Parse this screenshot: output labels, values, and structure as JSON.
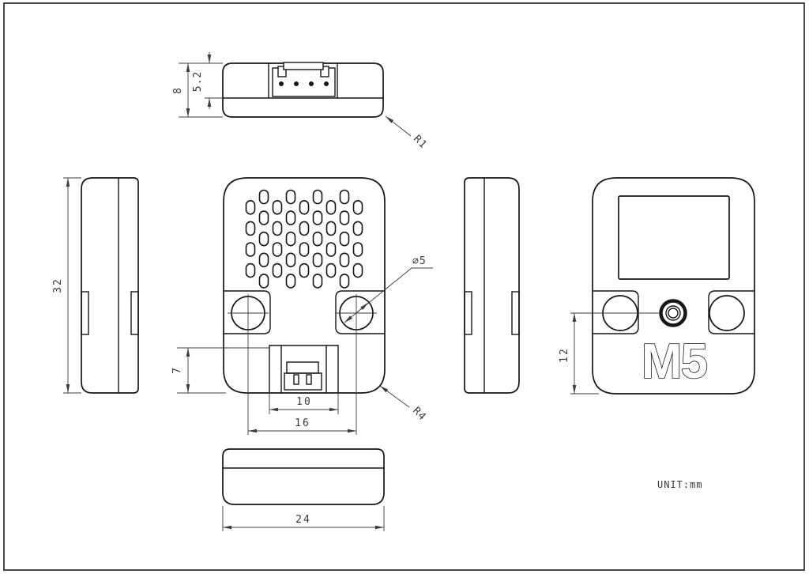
{
  "page": {
    "background_color": "#ffffff",
    "object_line_color": "#161616",
    "dimension_color": "#3a3a3a"
  },
  "labels": {
    "top_thickness": "8",
    "connector_recess_depth": "5.2",
    "top_corner_radius": "R1",
    "body_height": "32",
    "hole_diameter": "∅5",
    "connector_notch_height": "7",
    "connector_notch_width": "10",
    "hole_center_spacing": "16",
    "body_corner_radius": "R4",
    "button_center_offset": "12",
    "body_width": "24",
    "unit_note": "UNIT:mm",
    "logo_text": "M5"
  },
  "rear_grille": {
    "columns": 9,
    "tall_column_hole_count": 5,
    "short_column_hole_count": 4,
    "total_holes": 40
  },
  "connector": {
    "pin_count": 4
  }
}
